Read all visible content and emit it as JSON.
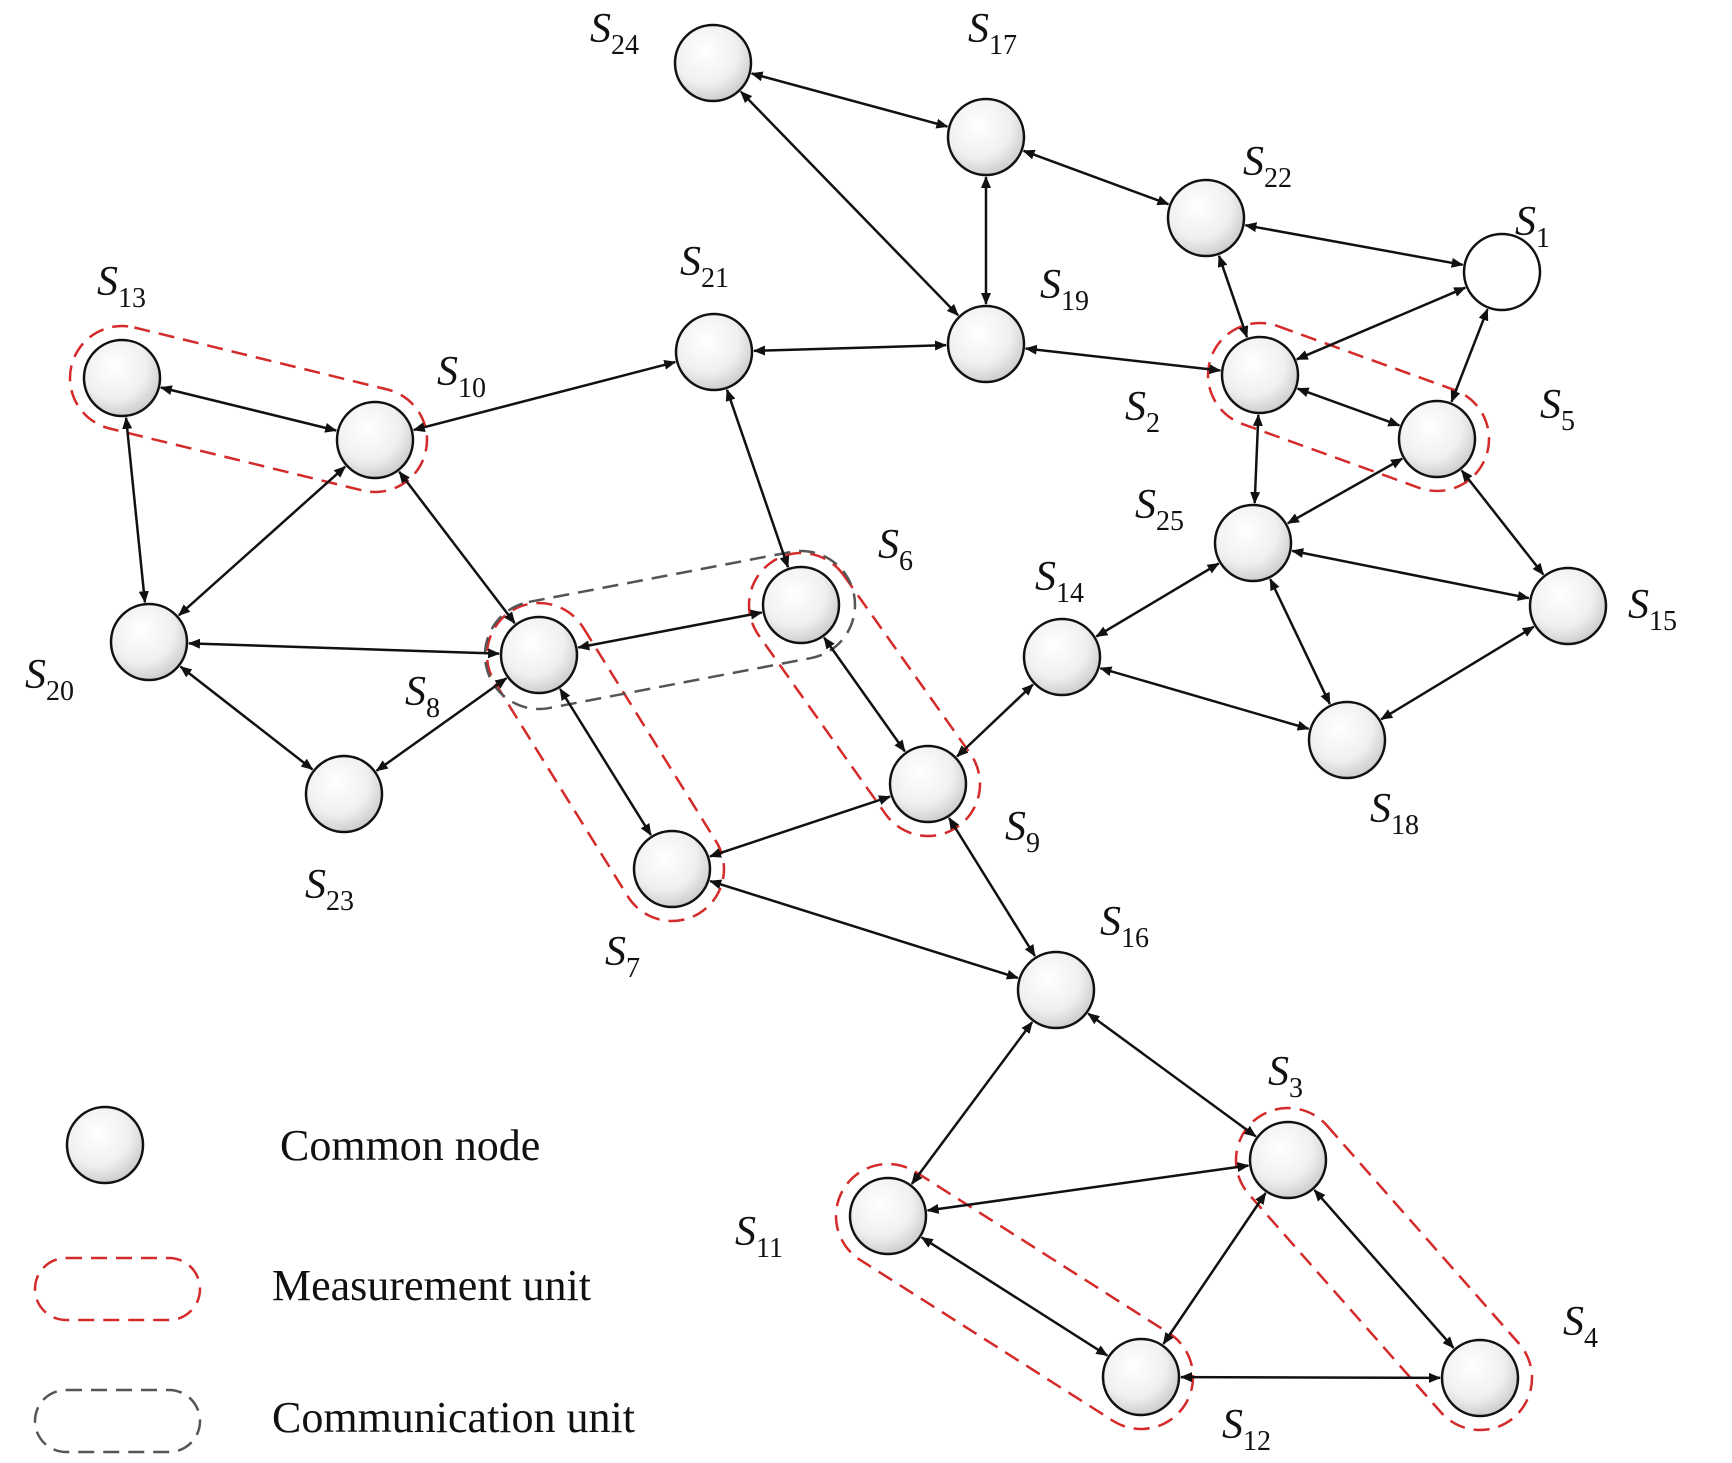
{
  "colors": {
    "measurement_unit": "#d42a2a",
    "communication_unit": "#555555",
    "edge": "#111111",
    "node_fill_common": "gradient-grey",
    "node_fill_special": "#ffffff"
  },
  "nodes": [
    {
      "id": "S1",
      "base": "S",
      "sub": "1"
    },
    {
      "id": "S2",
      "base": "S",
      "sub": "2"
    },
    {
      "id": "S3",
      "base": "S",
      "sub": "3"
    },
    {
      "id": "S4",
      "base": "S",
      "sub": "4"
    },
    {
      "id": "S5",
      "base": "S",
      "sub": "5"
    },
    {
      "id": "S6",
      "base": "S",
      "sub": "6"
    },
    {
      "id": "S7",
      "base": "S",
      "sub": "7"
    },
    {
      "id": "S8",
      "base": "S",
      "sub": "8"
    },
    {
      "id": "S9",
      "base": "S",
      "sub": "9"
    },
    {
      "id": "S10",
      "base": "S",
      "sub": "10"
    },
    {
      "id": "S11",
      "base": "S",
      "sub": "11"
    },
    {
      "id": "S12",
      "base": "S",
      "sub": "12"
    },
    {
      "id": "S13",
      "base": "S",
      "sub": "13"
    },
    {
      "id": "S14",
      "base": "S",
      "sub": "14"
    },
    {
      "id": "S15",
      "base": "S",
      "sub": "15"
    },
    {
      "id": "S16",
      "base": "S",
      "sub": "16"
    },
    {
      "id": "S17",
      "base": "S",
      "sub": "17"
    },
    {
      "id": "S18",
      "base": "S",
      "sub": "18"
    },
    {
      "id": "S19",
      "base": "S",
      "sub": "19"
    },
    {
      "id": "S20",
      "base": "S",
      "sub": "20"
    },
    {
      "id": "S21",
      "base": "S",
      "sub": "21"
    },
    {
      "id": "S22",
      "base": "S",
      "sub": "22"
    },
    {
      "id": "S23",
      "base": "S",
      "sub": "23"
    },
    {
      "id": "S24",
      "base": "S",
      "sub": "24"
    },
    {
      "id": "S25",
      "base": "S",
      "sub": "25"
    }
  ],
  "edges": [
    [
      "S24",
      "S17"
    ],
    [
      "S24",
      "S19"
    ],
    [
      "S17",
      "S19"
    ],
    [
      "S17",
      "S22"
    ],
    [
      "S22",
      "S1"
    ],
    [
      "S22",
      "S2"
    ],
    [
      "S1",
      "S2"
    ],
    [
      "S1",
      "S5"
    ],
    [
      "S2",
      "S19"
    ],
    [
      "S2",
      "S5"
    ],
    [
      "S2",
      "S25"
    ],
    [
      "S5",
      "S25"
    ],
    [
      "S5",
      "S15"
    ],
    [
      "S25",
      "S14"
    ],
    [
      "S25",
      "S15"
    ],
    [
      "S25",
      "S18"
    ],
    [
      "S15",
      "S18"
    ],
    [
      "S14",
      "S18"
    ],
    [
      "S14",
      "S9"
    ],
    [
      "S19",
      "S21"
    ],
    [
      "S21",
      "S10"
    ],
    [
      "S21",
      "S6"
    ],
    [
      "S13",
      "S10"
    ],
    [
      "S13",
      "S20"
    ],
    [
      "S10",
      "S20"
    ],
    [
      "S10",
      "S8"
    ],
    [
      "S20",
      "S8"
    ],
    [
      "S20",
      "S23"
    ],
    [
      "S8",
      "S23"
    ],
    [
      "S8",
      "S6"
    ],
    [
      "S8",
      "S7"
    ],
    [
      "S6",
      "S9"
    ],
    [
      "S7",
      "S9"
    ],
    [
      "S7",
      "S16"
    ],
    [
      "S9",
      "S16"
    ],
    [
      "S16",
      "S11"
    ],
    [
      "S16",
      "S3"
    ],
    [
      "S11",
      "S3"
    ],
    [
      "S11",
      "S12"
    ],
    [
      "S3",
      "S12"
    ],
    [
      "S3",
      "S4"
    ],
    [
      "S12",
      "S4"
    ]
  ],
  "measurement_units": [
    [
      "S13",
      "S10"
    ],
    [
      "S2",
      "S5"
    ],
    [
      "S8",
      "S7"
    ],
    [
      "S6",
      "S9"
    ],
    [
      "S11",
      "S12"
    ],
    [
      "S3",
      "S4"
    ]
  ],
  "communication_units": [
    [
      "S8",
      "S6"
    ]
  ],
  "legend": [
    {
      "kind": "node",
      "label": "Common node"
    },
    {
      "kind": "measurement",
      "label": "Measurement unit"
    },
    {
      "kind": "communication",
      "label": "Communication unit"
    }
  ]
}
